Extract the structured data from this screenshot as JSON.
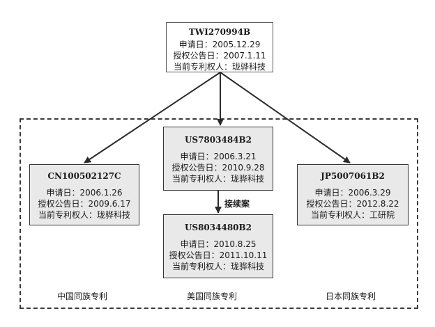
{
  "root": {
    "id": "TWI270994B",
    "application": "申请日：2005.12.29",
    "grant": "授权公告日：2007.1.11",
    "owner": "当前专利权人：珑骅科技"
  },
  "cn": {
    "id": "CN100502127C",
    "application": "申请日：2006.1.26",
    "grant": "授权公告日：2009.6.17",
    "owner": "当前专利权人：珑骅科技"
  },
  "us1": {
    "id": "US7803484B2",
    "application": "申请日：2006.3.21",
    "grant": "授权公告日：2010.9.28",
    "owner": "当前专利权人：珑骅科技"
  },
  "us2": {
    "id": "US8034480B2",
    "application": "申请日：2010.8.25",
    "grant": "授权公告日：2011.10.11",
    "owner": "当前专利权人：珑骅科技"
  },
  "jp": {
    "id": "JP5007061B2",
    "application": "申请日：2006.3.29",
    "grant": "授权公告日：2012.8.22",
    "owner": "当前专利权人：工研院"
  },
  "continuation_label": "接续案",
  "groups": {
    "cn": "中国同族专利",
    "us": "美国同族专利",
    "jp": "日本同族专利"
  }
}
